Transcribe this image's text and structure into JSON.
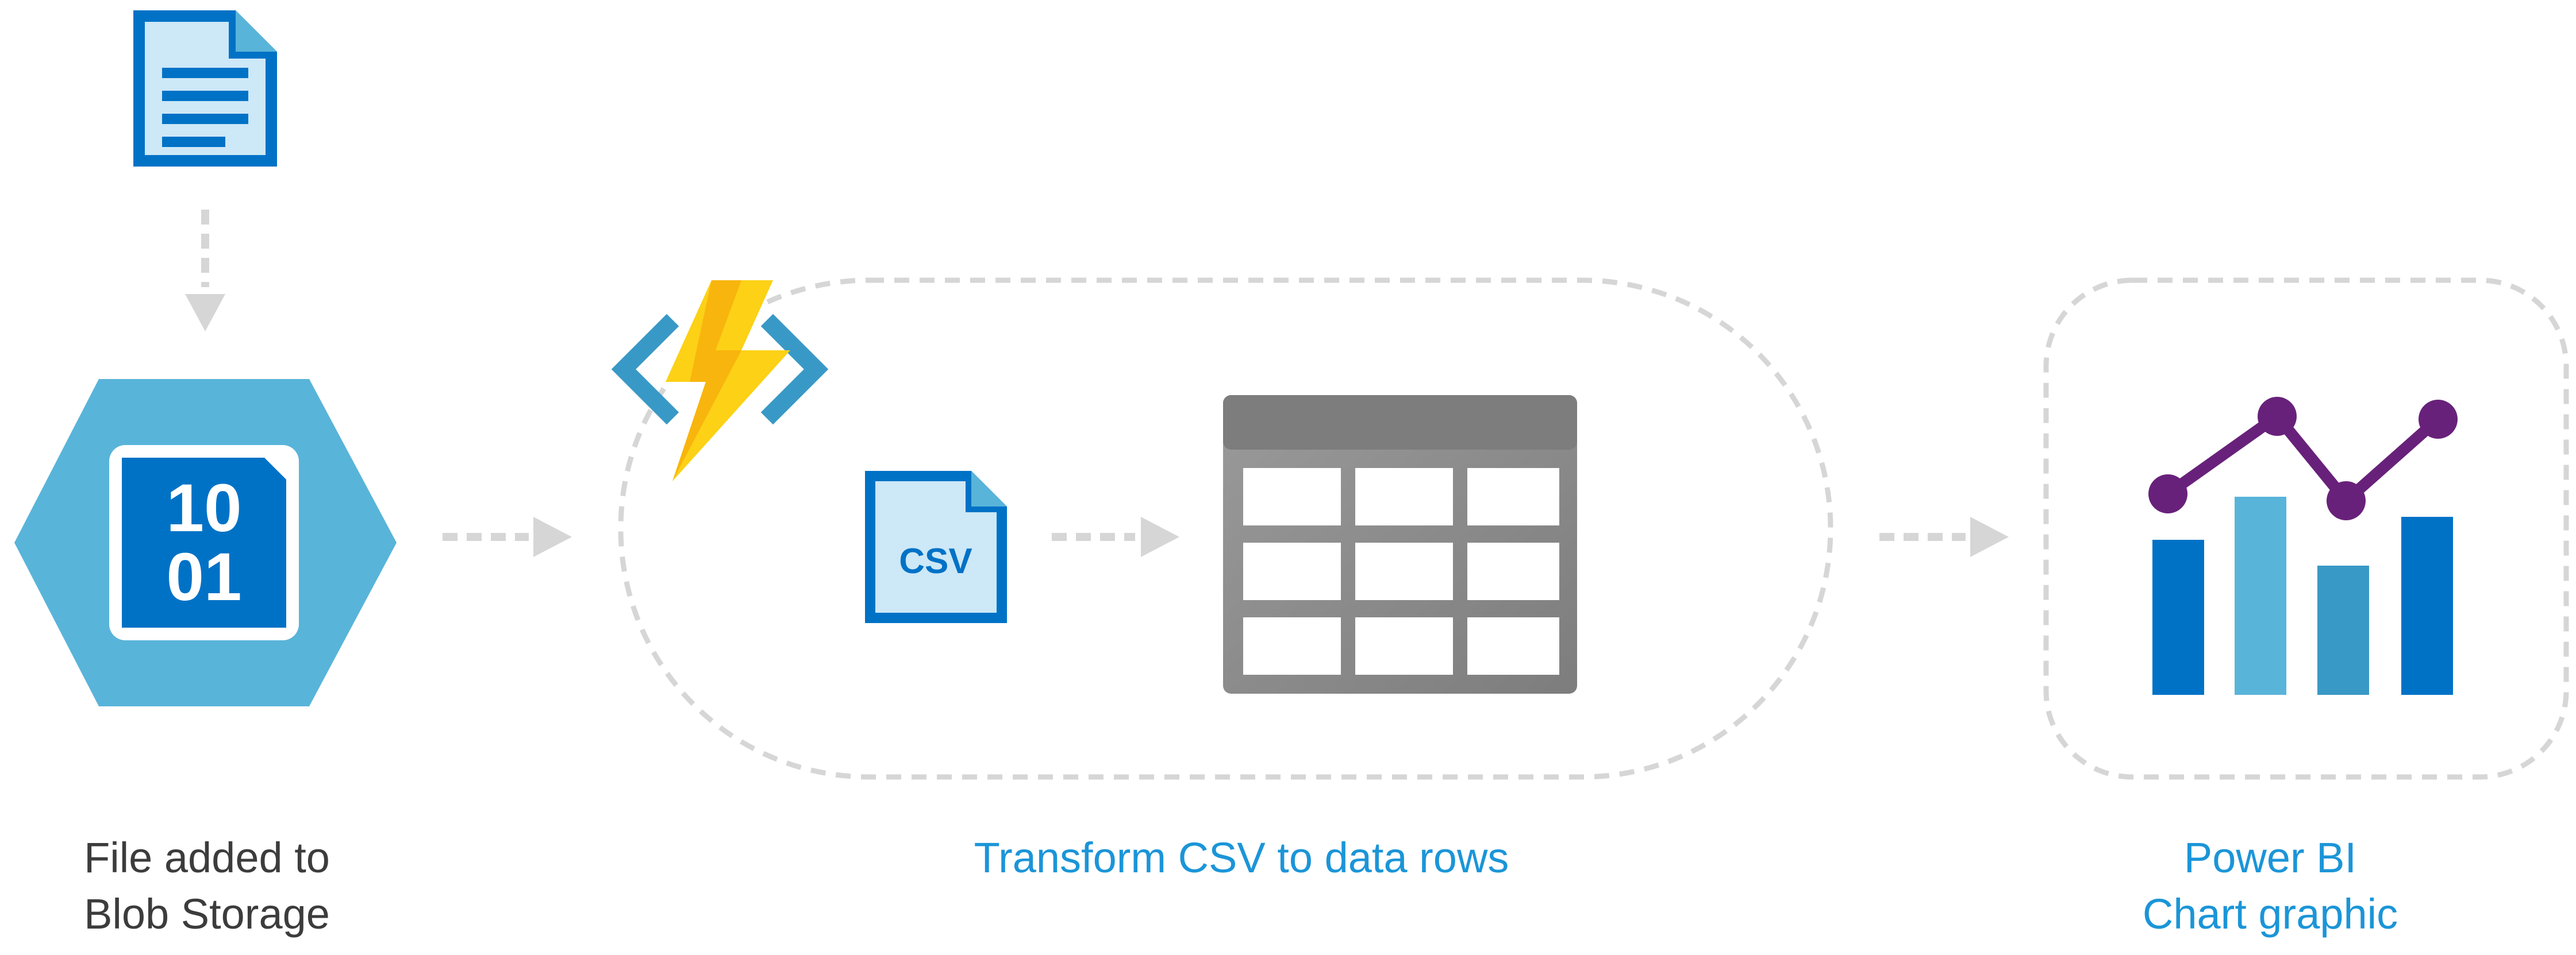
{
  "steps": [
    {
      "label_lines": [
        "File added to",
        "Blob Storage"
      ]
    },
    {
      "label_lines": [
        "Transform CSV to data rows"
      ]
    },
    {
      "label_lines": [
        "Power BI",
        "Chart graphic"
      ]
    }
  ],
  "icons": {
    "document": "document-icon",
    "blob_storage": "blob-storage-icon",
    "blob_digits": [
      "10",
      "01"
    ],
    "azure_function": "azure-function-icon",
    "csv_file": "csv-file-icon",
    "csv_text": "CSV",
    "table": "table-icon",
    "chart": "power-bi-chart-icon"
  },
  "colors": {
    "blue_dark": "#0072c6",
    "blue_light": "#59b4d9",
    "blue_mid": "#3999c6",
    "lightning": "#fcd116",
    "line_series": "#68217a",
    "dashed_gray": "#d6d6d6",
    "label_text": "#3c3c3c",
    "label_accent": "#1b95d8"
  }
}
